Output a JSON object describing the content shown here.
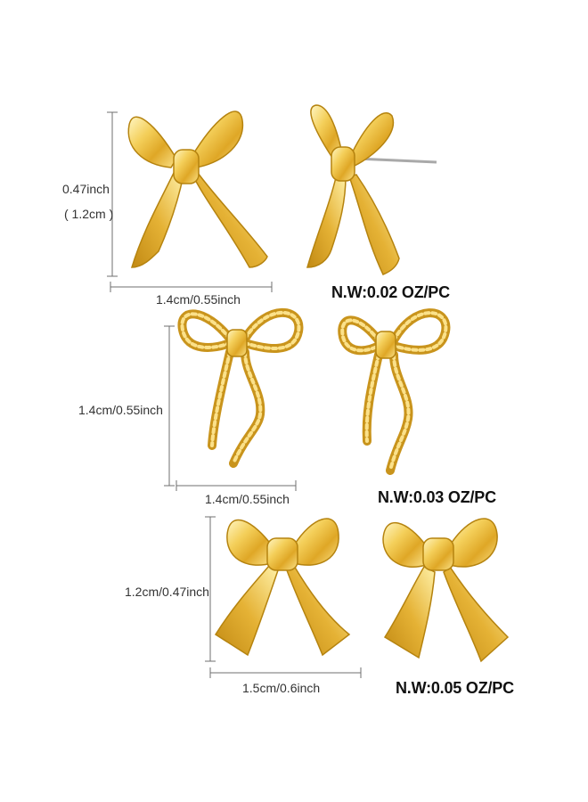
{
  "sets": [
    {
      "height_inch": "0.47inch",
      "height_cm": "( 1.2cm )",
      "width_label": "1.4cm/0.55inch",
      "weight_label": "N.W:0.02 OZ/PC"
    },
    {
      "height_label": "1.4cm/0.55inch",
      "width_label": "1.4cm/0.55inch",
      "weight_label": "N.W:0.03 OZ/PC"
    },
    {
      "height_label": "1.2cm/0.47inch",
      "width_label": "1.5cm/0.6inch",
      "weight_label": "N.W:0.05 OZ/PC"
    }
  ],
  "colors": {
    "gold_light": "#fff3b0",
    "gold": "#e9b93a",
    "gold_dark": "#b07e12"
  }
}
